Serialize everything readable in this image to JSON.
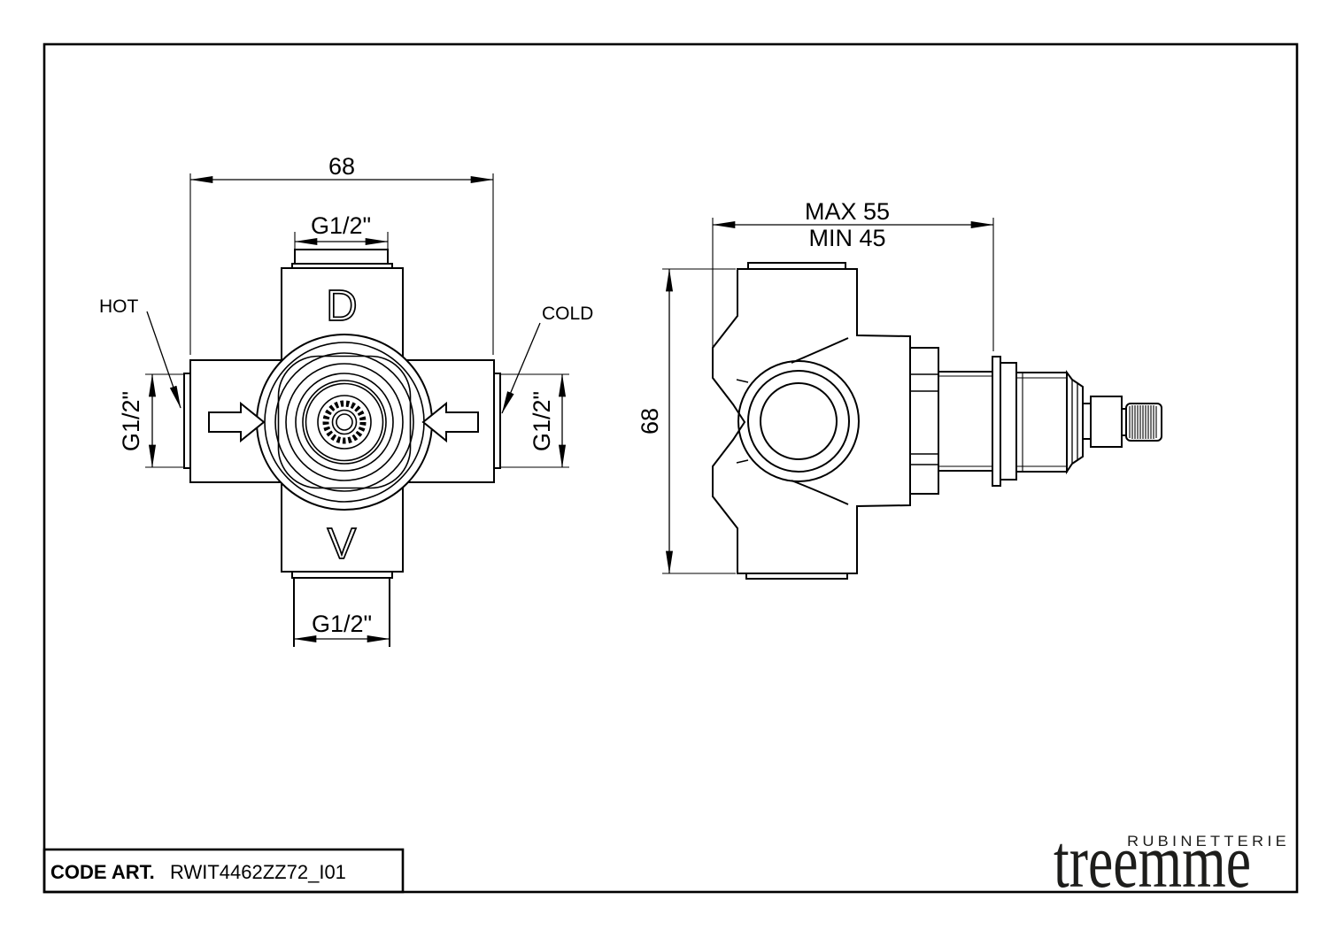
{
  "drawing": {
    "front_view": {
      "dim_width": "68",
      "dim_top": "G1/2\"",
      "dim_left": "G1/2\"",
      "dim_right": "G1/2\"",
      "dim_bottom": "G1/2\"",
      "label_hot": "HOT",
      "label_cold": "COLD",
      "mark_d": "D",
      "mark_v": "V"
    },
    "side_view": {
      "dim_max": "MAX 55",
      "dim_min": "MIN 45",
      "dim_height": "68"
    },
    "title_block": {
      "code_label": "CODE ART.",
      "code_value": "RWIT4462ZZ72_I01"
    },
    "logo": {
      "subtitle": "RUBINETTERIE",
      "name": "treemme"
    },
    "colors": {
      "line": "#000000",
      "background": "#ffffff",
      "logo_text": "#1d1d1b"
    }
  }
}
